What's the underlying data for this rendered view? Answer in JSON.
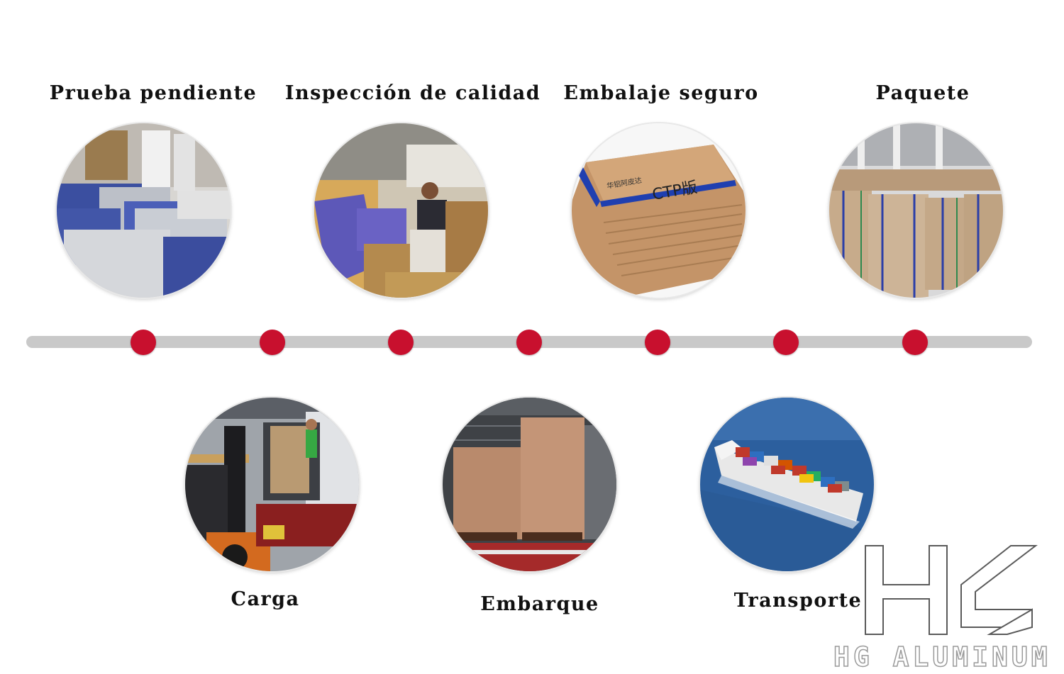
{
  "steps_top": [
    {
      "id": "prueba-pendiente",
      "label": "Prueba pendiente",
      "image": "warehouse-stacked-plates"
    },
    {
      "id": "inspeccion-calidad",
      "label": "Inspección de calidad",
      "image": "worker-inspecting-plates"
    },
    {
      "id": "embalaje-seguro",
      "label": "Embalaje seguro",
      "image": "ctp-cardboard-box"
    },
    {
      "id": "paquete",
      "label": "Paquete",
      "image": "wrapped-pallets-warehouse"
    }
  ],
  "steps_bottom": [
    {
      "id": "carga",
      "label": "Carga",
      "image": "forklift-loading-container"
    },
    {
      "id": "embarque",
      "label": "Embarque",
      "image": "crates-in-container"
    },
    {
      "id": "transporte",
      "label": "Transporte",
      "image": "container-ship-at-sea"
    }
  ],
  "timeline": {
    "dot_count": 7,
    "dot_color": "#c8102e",
    "bar_color": "#c9c9c9"
  },
  "box_print": {
    "code": "CTP版",
    "small_text": "华铝阿皮达"
  },
  "logo": {
    "letters": "HG",
    "name": "HG ALUMINUM"
  }
}
